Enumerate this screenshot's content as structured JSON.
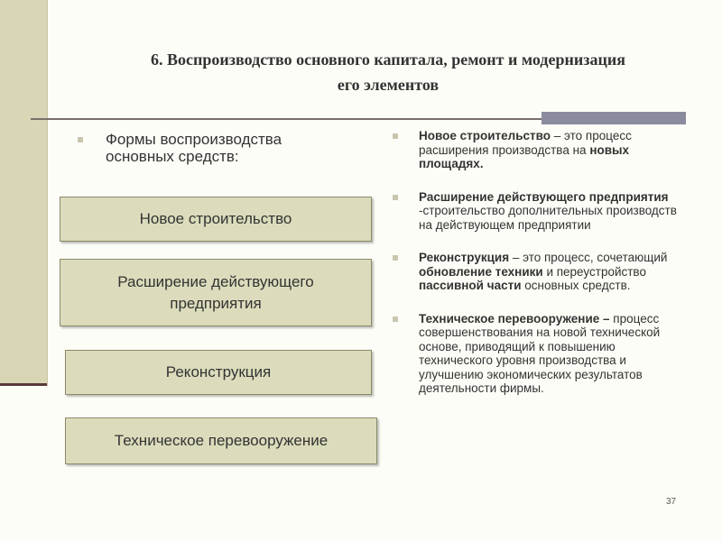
{
  "slide": {
    "title_line1": "6. Воспроизводство основного капитала, ремонт и модернизация",
    "title_line2": "его элементов",
    "lead": "Формы воспроизводства основных средств:",
    "forms": [
      "Новое строительство",
      "Расширение действующего предприятия",
      "Реконструкция",
      "Техническое перевооружение"
    ],
    "definitions": [
      {
        "parts": [
          {
            "t": "Новое строительство",
            "b": true
          },
          {
            "t": " – это процесс расширения производства на ",
            "b": false
          },
          {
            "t": "новых площадях.",
            "b": true
          }
        ]
      },
      {
        "parts": [
          {
            "t": "Расширение действующего предприятия",
            "b": true
          },
          {
            "t": " -строительство дополнительных производств на действующем предприятии",
            "b": false
          }
        ]
      },
      {
        "parts": [
          {
            "t": "Реконструкция",
            "b": true
          },
          {
            "t": " – это процесс, сочетающий ",
            "b": false
          },
          {
            "t": "обновление техники",
            "b": true
          },
          {
            "t": " и переустройство ",
            "b": false
          },
          {
            "t": "пассивной части",
            "b": true
          },
          {
            "t": " основных средств.",
            "b": false
          }
        ]
      },
      {
        "parts": [
          {
            "t": "Техническое перевооружение –",
            "b": true
          },
          {
            "t": " процесс совершенствования на новой технической основе, приводящий к повышению технического уровня производства и  улучшению экономических результатов деятельности фирмы.",
            "b": false
          }
        ]
      }
    ],
    "page_number": "37",
    "colors": {
      "background": "#fdfdf7",
      "left_strip": "#d8d6b5",
      "box_fill": "#dcdcbc",
      "rule": "#7a6f6a",
      "rule_block": "#8b8b9e"
    }
  }
}
